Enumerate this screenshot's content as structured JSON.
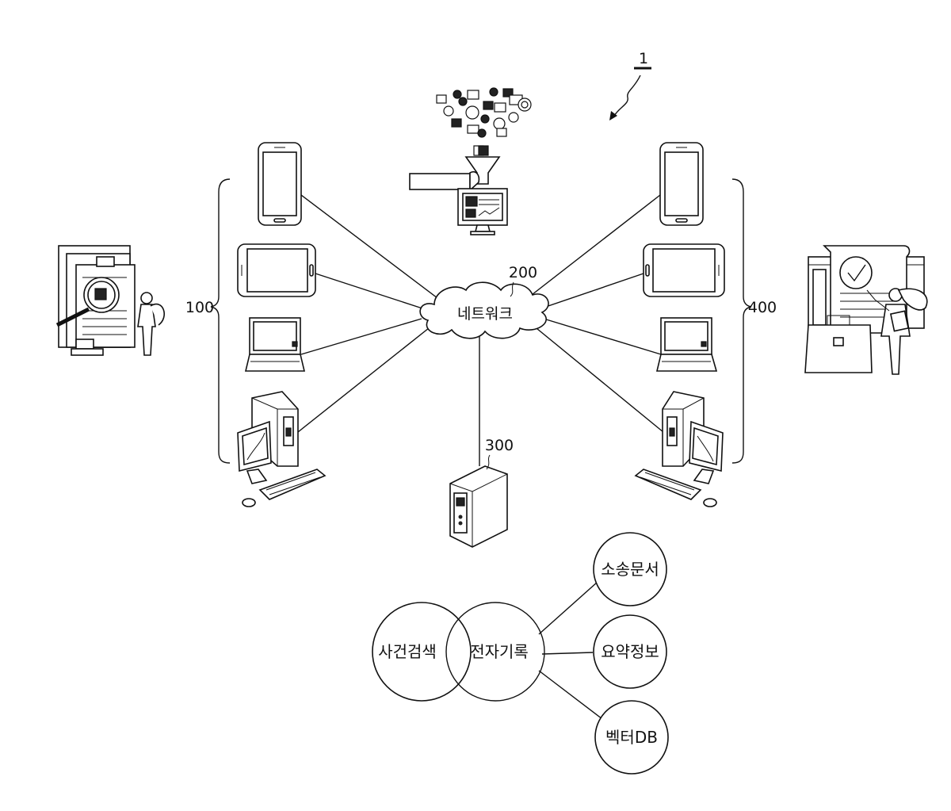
{
  "figure": {
    "ref_system": "1",
    "ref_client_group": "100",
    "ref_network": "200",
    "ref_server": "300",
    "ref_reviewer_group": "400"
  },
  "network": {
    "label": "네트워크"
  },
  "venn": {
    "left": "사건검색",
    "center": "전자기록",
    "branches": [
      "소송문서",
      "요약정보",
      "벡터DB"
    ]
  },
  "icons": {
    "system_illustration": "data-funnel-monitor-icon",
    "left_person": "lawyer-magnifier-document-icon",
    "right_person": "reviewer-approval-document-icon",
    "server": "server-tower-icon",
    "devices": [
      "smartphone-icon",
      "tablet-icon",
      "laptop-icon",
      "desktop-computer-icon"
    ]
  },
  "colors": {
    "ink": "#111111",
    "background": "#ffffff"
  }
}
